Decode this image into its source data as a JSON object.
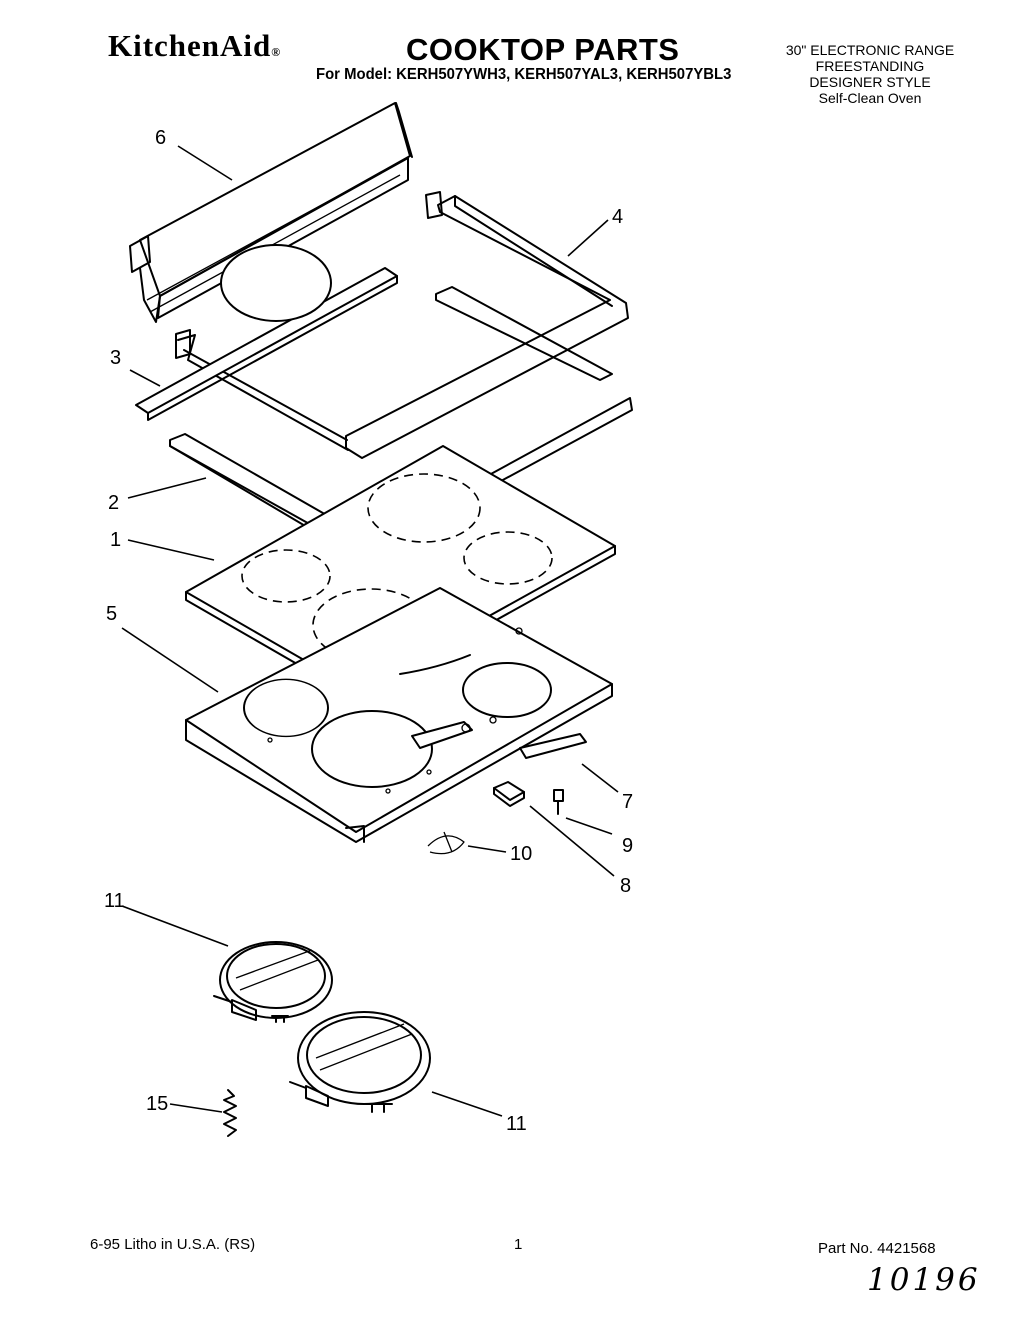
{
  "header": {
    "brand": "KitchenAid",
    "brand_mark": "®",
    "title": "COOKTOP PARTS",
    "models": "For Model: KERH507YWH3, KERH507YAL3, KERH507YBL3",
    "product_lines": [
      "30\" ELECTRONIC RANGE",
      "FREESTANDING",
      "DESIGNER STYLE",
      "Self-Clean Oven"
    ]
  },
  "diagram": {
    "callouts": [
      "6",
      "4",
      "3",
      "2",
      "1",
      "5",
      "7",
      "9",
      "10",
      "8",
      "11",
      "11",
      "15"
    ]
  },
  "footer": {
    "litho": "6-95 Litho in U.S.A. (RS)",
    "page": "1",
    "part_no": "Part No. 4421568",
    "handwritten": "10196"
  }
}
